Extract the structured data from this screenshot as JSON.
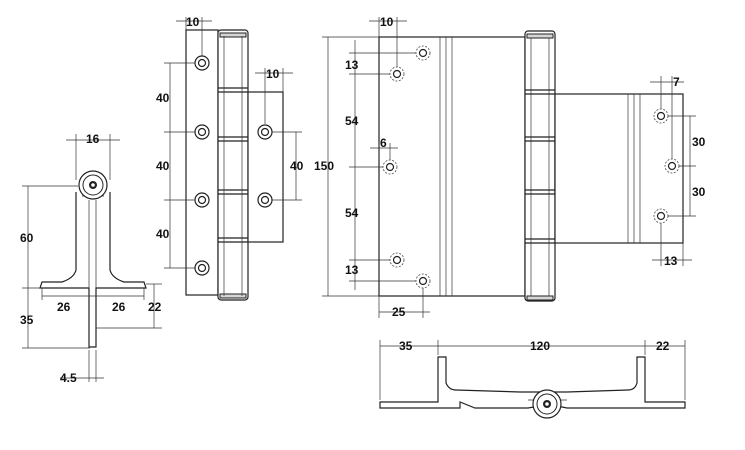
{
  "dimensions": {
    "side_view": {
      "width_top": "16",
      "height": "60",
      "flange_left": "26",
      "flange_right": "26",
      "flange_thickness": "22",
      "leaf_length": "35",
      "leaf_thickness": "4.5"
    },
    "front_view_small": {
      "hole_offset_top": "10",
      "hole_spacing_1": "40",
      "hole_spacing_2": "40",
      "hole_spacing_3": "40",
      "right_hole_offset": "10",
      "right_hole_spacing": "40"
    },
    "front_view_large": {
      "total_height": "150",
      "hole_offset_top": "10",
      "hole_offset_side": "13",
      "hole_spacing_a": "54",
      "hole_spacing_b": "54",
      "middle_hole_offset": "6",
      "bottom_offset": "13",
      "edge_offset": "25",
      "right_top_offset": "7",
      "right_spacing_1": "30",
      "right_spacing_2": "30",
      "right_bottom_offset": "13"
    },
    "bottom_view": {
      "left_length": "35",
      "center_length": "120",
      "right_length": "22"
    }
  },
  "icons": [
    "hinge-seal-icon"
  ]
}
